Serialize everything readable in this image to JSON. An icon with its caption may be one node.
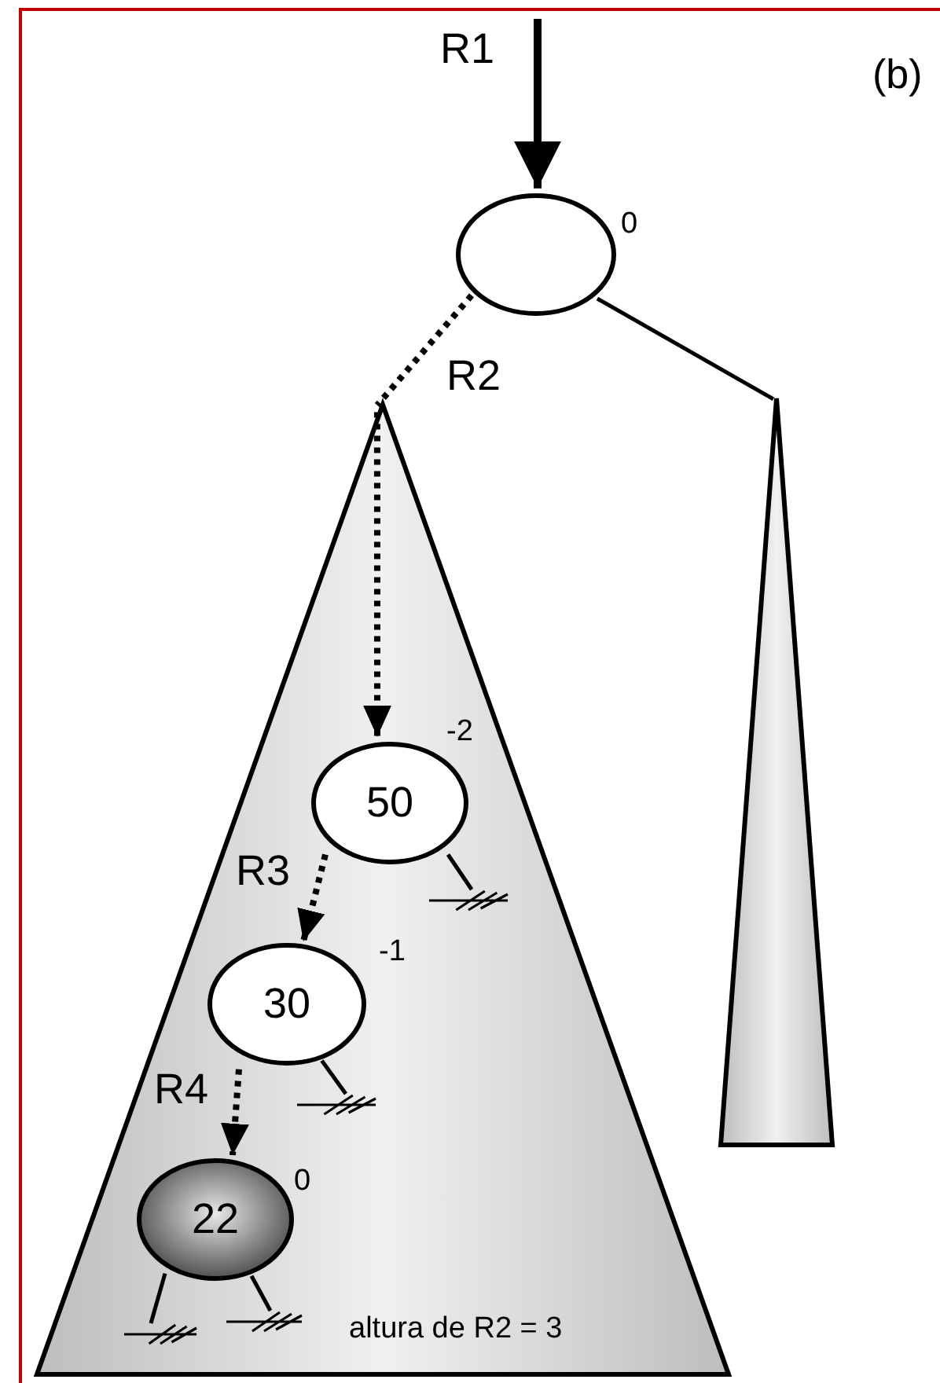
{
  "diagram": {
    "nodes": [
      {
        "text": [],
        "shape": "circle",
        "beside": [
          "0"
        ]
      },
      {
        "text": [
          "altura de R2 = 3"
        ]
      },
      {
        "text": [],
        "shape": "triangle"
      },
      {
        "text": [
          "50"
        ],
        "in": 1,
        "beside": [
          "-2"
        ]
      },
      {
        "text": [
          "30"
        ],
        "in": 1,
        "beside": [
          "-1"
        ]
      },
      {
        "text": [
          "22"
        ],
        "in": 1,
        "beside": [
          "0"
        ]
      },
      {
        "text": [],
        "shape": "ground",
        "in": 1
      },
      {
        "text": [],
        "shape": "ground",
        "in": 1
      },
      {
        "text": [],
        "shape": "ground",
        "in": 1
      },
      {
        "text": [],
        "shape": "ground",
        "in": 1
      }
    ],
    "edges": [
      {
        "from": null,
        "to": 0,
        "arrow": "to",
        "label": "R1",
        "style": "thick"
      },
      {
        "from": 0,
        "to": 1,
        "arrow": "none",
        "label": "R2",
        "style": "dashed"
      },
      {
        "from": 0,
        "to": 2,
        "arrow": "none"
      },
      {
        "from": 1,
        "to": 3,
        "arrow": "to",
        "style": "dashed"
      },
      {
        "from": 3,
        "to": 4,
        "arrow": "to",
        "label": "R3",
        "style": "dashed"
      },
      {
        "from": 4,
        "to": 5,
        "arrow": "to",
        "label": "R4",
        "style": "dashed"
      },
      {
        "from": 3,
        "to": 6,
        "arrow": "none"
      },
      {
        "from": 4,
        "to": 7,
        "arrow": "none"
      },
      {
        "from": 5,
        "to": 8,
        "arrow": "none"
      },
      {
        "from": 5,
        "to": 9,
        "arrow": "none"
      }
    ],
    "labels": [
      "(b)"
    ]
  }
}
